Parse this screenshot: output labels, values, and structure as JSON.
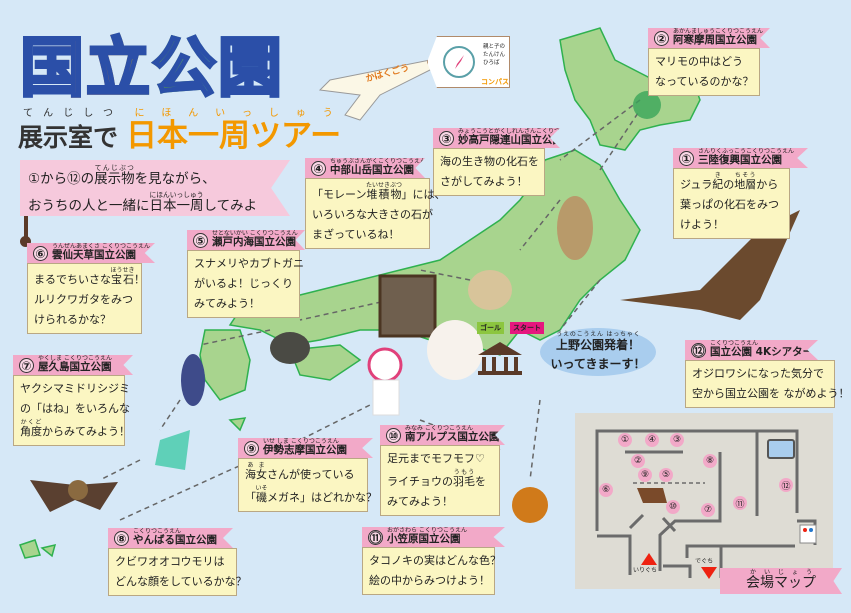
{
  "title": {
    "logo": "国立公園",
    "sub_a": "展示室で",
    "sub_a_ruby": "てんじしつ",
    "sub_b": "日本一周ツアー",
    "sub_b_ruby": "にほんいっしゅう"
  },
  "intro": {
    "lines": [
      [
        {
          "t": "①から⑫の"
        },
        {
          "t": "展示物",
          "r": "てんじぶつ"
        },
        {
          "t": "を見ながら、"
        }
      ],
      [
        {
          "t": "おうちの人と一緒に"
        },
        {
          "t": "日本一周",
          "r": "にほんいっしゅう"
        },
        {
          "t": "してみよう！"
        }
      ]
    ]
  },
  "airplane": {
    "name": "かはくごう"
  },
  "compass_tag": {
    "text": "親と子のたんけんひろば",
    "name": "コンパス"
  },
  "flags": {
    "goal": "ゴール",
    "start": "スタート"
  },
  "parks": [
    {
      "num": "①",
      "reading": "さんりくふっこうこくりつこうえん",
      "name": "三陸復興国立公園",
      "lines": [
        [
          {
            "t": "ジュラ"
          },
          {
            "t": "紀",
            "r": "き"
          },
          {
            "t": "の"
          },
          {
            "t": "地層",
            "r": "ちそう"
          },
          {
            "t": "から"
          }
        ],
        [
          {
            "t": "葉っぱの化石をみつ"
          }
        ],
        [
          {
            "t": "けよう！"
          }
        ]
      ]
    },
    {
      "num": "②",
      "reading": "あかんましゅうこくりつこうえん",
      "name": "阿寒摩周国立公園",
      "lines": [
        [
          {
            "t": "マリモの中はどう"
          }
        ],
        [
          {
            "t": "なっているのかな？"
          }
        ]
      ]
    },
    {
      "num": "③",
      "reading": "みょうこうとがくしれんざんこくりつこうえん",
      "name": "妙高戸隠連山国立公園",
      "lines": [
        [
          {
            "t": "海の生き物の化石を"
          }
        ],
        [
          {
            "t": "さがしてみよう！"
          }
        ]
      ]
    },
    {
      "num": "④",
      "reading": "ちゅうぶさんがくこくりつこうえん",
      "name": "中部山岳国立公園",
      "lines": [
        [
          {
            "t": "「モレーン"
          },
          {
            "t": "堆積物",
            "r": "たいせきぶつ"
          },
          {
            "t": "」には、"
          }
        ],
        [
          {
            "t": "いろいろな大きさの石が"
          }
        ],
        [
          {
            "t": "まざっているね！"
          }
        ]
      ]
    },
    {
      "num": "⑤",
      "reading": "せとないかい こくりつこうえん",
      "name": "瀬戸内海国立公園",
      "lines": [
        [
          {
            "t": "スナメリやカブトガニ"
          }
        ],
        [
          {
            "t": "がいるよ！じっくり"
          }
        ],
        [
          {
            "t": "みてみよう！"
          }
        ]
      ]
    },
    {
      "num": "⑥",
      "reading": "うんぜんあまくさ こくりつこうえん",
      "name": "雲仙天草国立公園",
      "lines": [
        [
          {
            "t": "まるでちいさな"
          },
          {
            "t": "宝石",
            "r": "ほうせき"
          },
          {
            "t": "！"
          }
        ],
        [
          {
            "t": "ルリクワガタをみつ"
          }
        ],
        [
          {
            "t": "けられるかな？"
          }
        ]
      ]
    },
    {
      "num": "⑦",
      "reading": "やくしま こくりつこうえん",
      "name": "屋久島国立公園",
      "lines": [
        [
          {
            "t": "ヤクシマミドリシジミ"
          }
        ],
        [
          {
            "t": "の「はね」をいろんな"
          }
        ],
        [
          {
            "t": "角度",
            "r": "かくど"
          },
          {
            "t": "からみてみよう！"
          }
        ]
      ]
    },
    {
      "num": "⑧",
      "reading": "こくりつこうえん",
      "name": "やんばる国立公園",
      "lines": [
        [
          {
            "t": "クビワオオコウモリは"
          }
        ],
        [
          {
            "t": "どんな顔をしているかな？"
          }
        ]
      ]
    },
    {
      "num": "⑨",
      "reading": "いせ しま こくりつこうえん",
      "name": "伊勢志摩国立公園",
      "lines": [
        [
          {
            "t": "海女",
            "r": "あま"
          },
          {
            "t": "さんが使っている"
          }
        ],
        [
          {
            "t": "「"
          },
          {
            "t": "磯",
            "r": "いそ"
          },
          {
            "t": "メガネ」はどれかな？"
          }
        ]
      ]
    },
    {
      "num": "⑩",
      "reading": "みなみ こくりつこうえん",
      "name": "南アルプス国立公園",
      "lines": [
        [
          {
            "t": "足元までモフモフ♡"
          }
        ],
        [
          {
            "t": "ライチョウの"
          },
          {
            "t": "羽毛",
            "r": "うもう"
          },
          {
            "t": "を"
          }
        ],
        [
          {
            "t": "みてみよう！"
          }
        ]
      ]
    },
    {
      "num": "⑪",
      "reading": "おがさわら こくりつこうえん",
      "name": "小笠原国立公園",
      "lines": [
        [
          {
            "t": "タコノキの実はどんな色？"
          }
        ],
        [
          {
            "t": "絵の中からみつけよう！"
          }
        ]
      ]
    },
    {
      "num": "⑫",
      "reading": "こくりつこうえん",
      "name": "国立公園 4Kシアター",
      "lines": [
        [
          {
            "t": "オジロワシになった気分で"
          }
        ],
        [
          {
            "t": "空から国立公園を ながめよう！"
          }
        ]
      ]
    }
  ],
  "ueno": {
    "line1": "上野公園発着！",
    "line1_ruby": "うえのこうえん はっちゃく",
    "line2": "いってきまーす！"
  },
  "venue_map": {
    "label": "会場マップ",
    "label_ruby": "かいじょう",
    "entrance": "いりぐち",
    "exit": "でぐち",
    "booths": [
      "①",
      "④",
      "③",
      "②",
      "⑧",
      "⑨",
      "⑤",
      "⑥",
      "⑫",
      "⑩",
      "⑦",
      "⑪"
    ]
  },
  "colors": {
    "background": "#d6e8f7",
    "land": "#a8d48e",
    "header_pink": "#f2a9c8",
    "box_yellow": "#fbf6c2",
    "title_orange": "#f39800"
  }
}
